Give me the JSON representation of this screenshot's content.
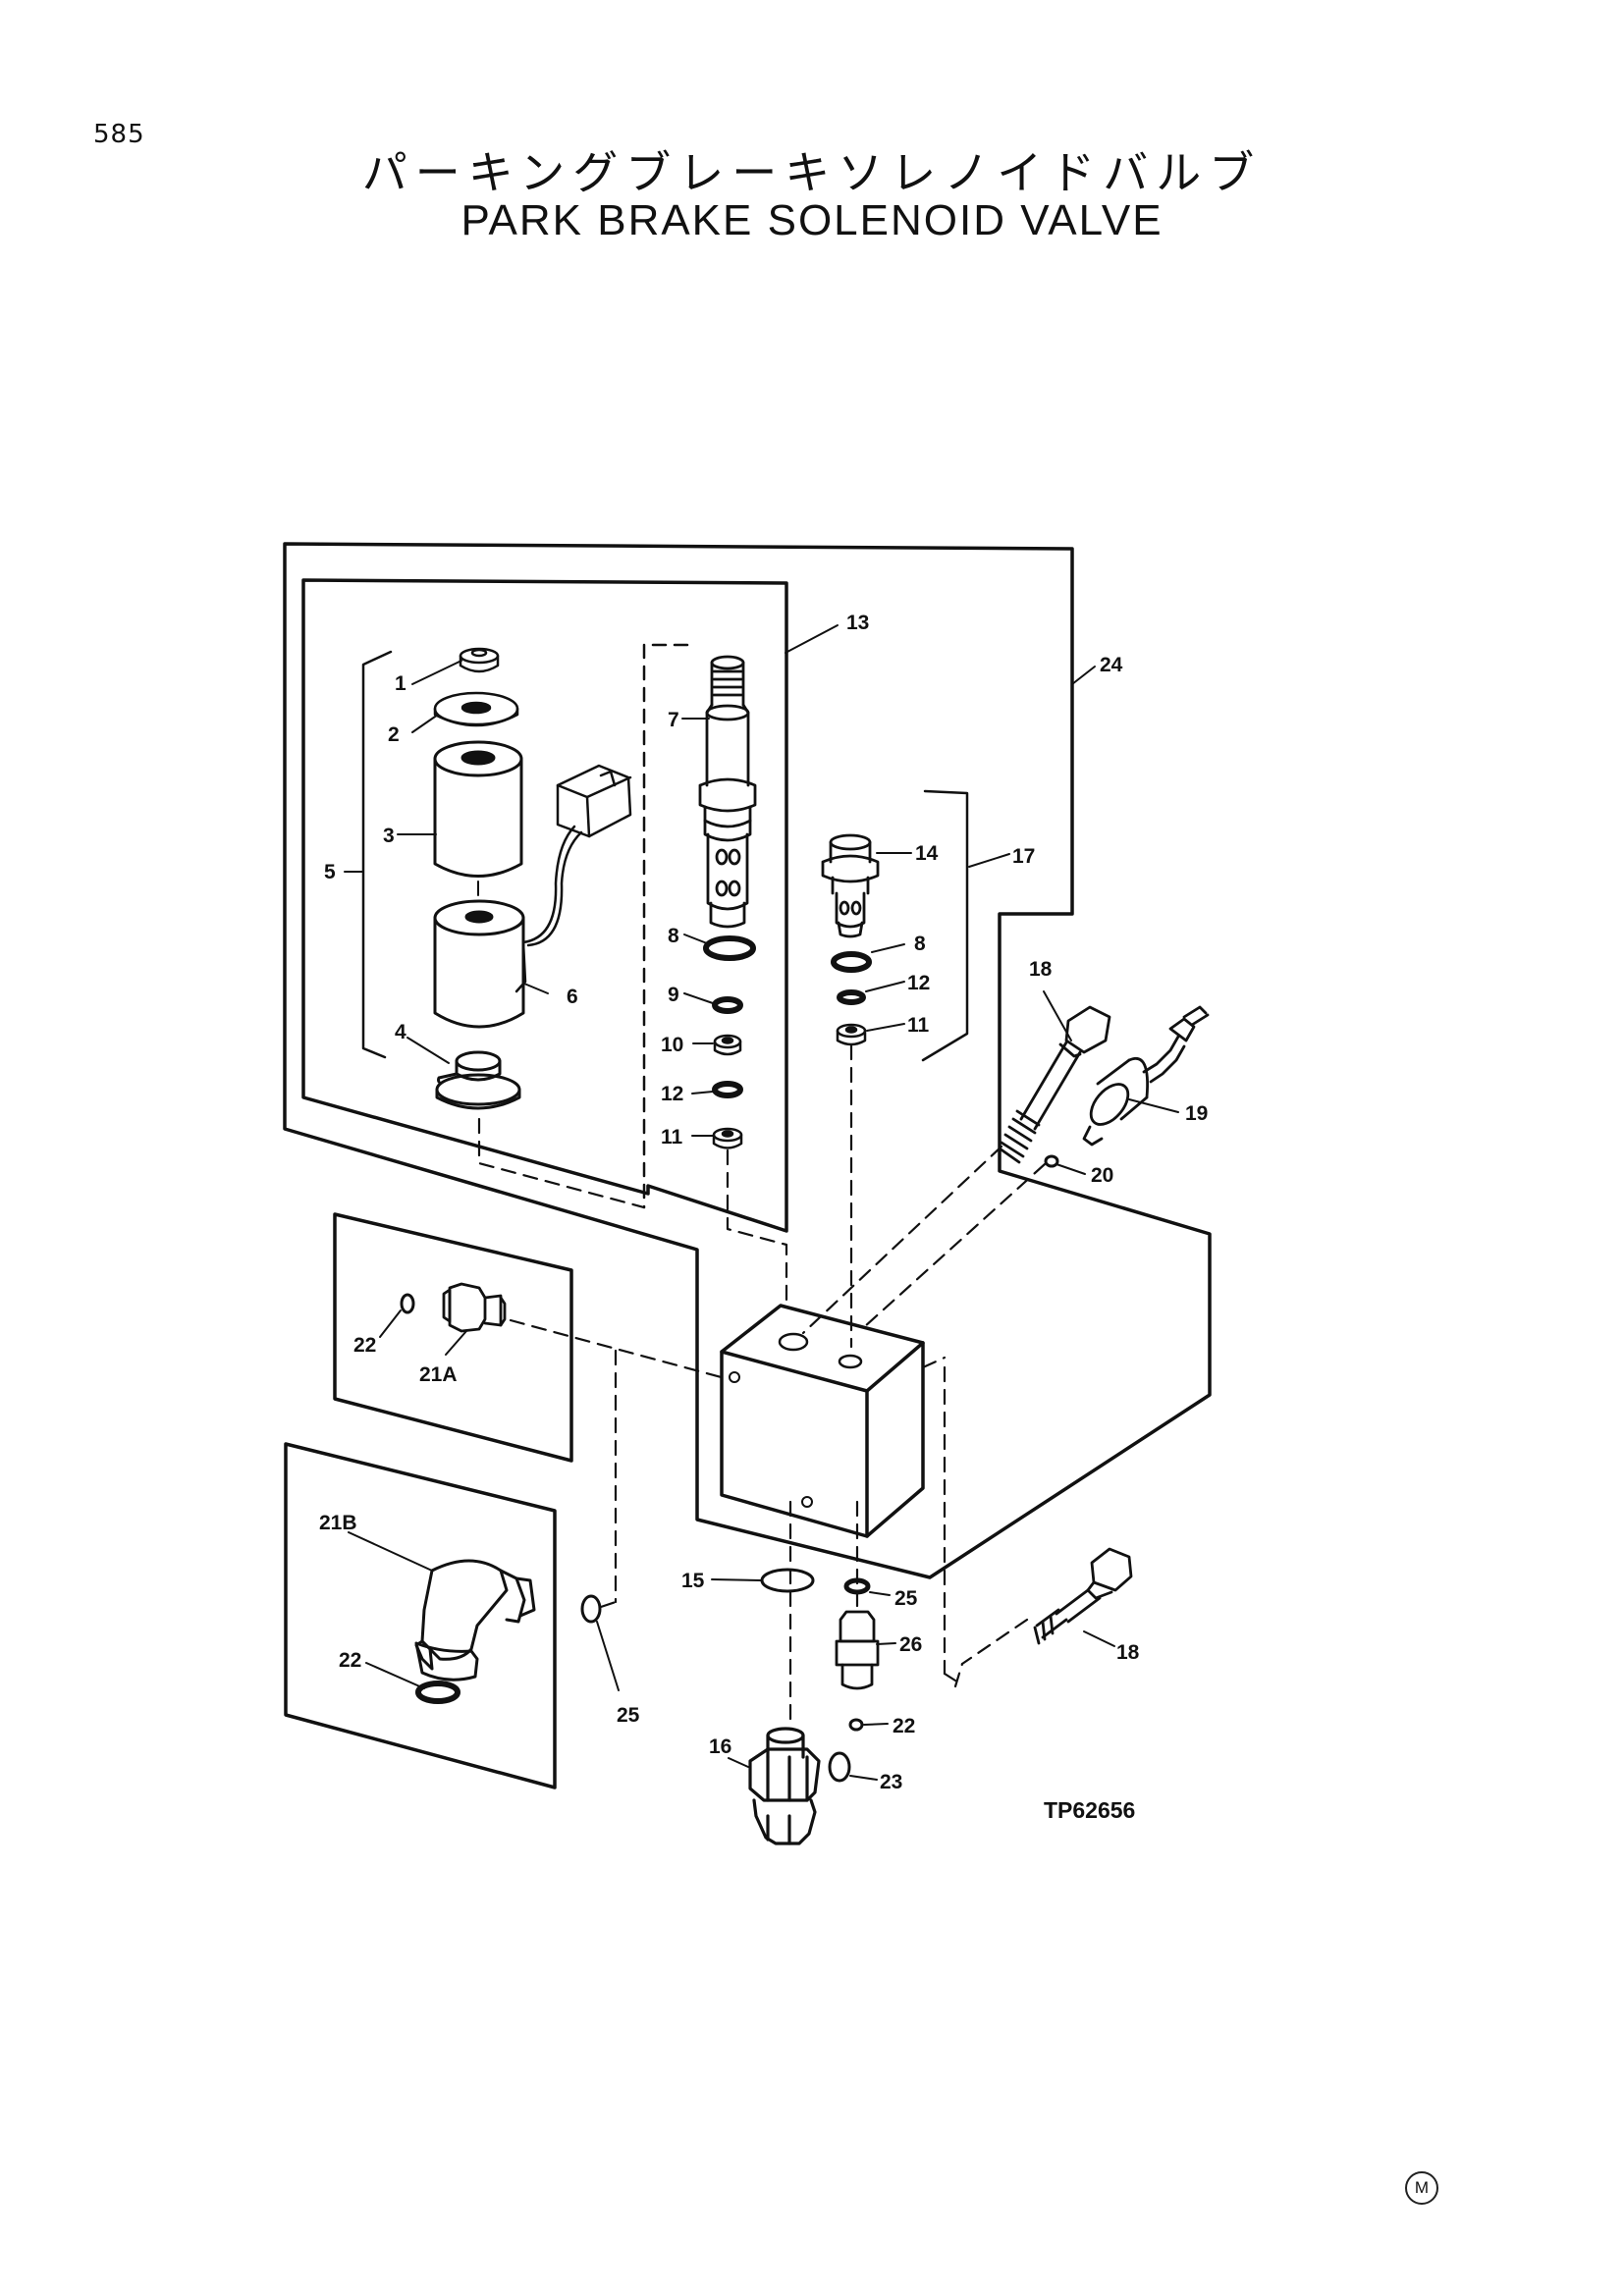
{
  "page": {
    "number": "585",
    "title_jp": "パーキングブレーキソレノイドバルブ",
    "title_en": "PARK BRAKE SOLENOID VALVE"
  },
  "figure": {
    "ref": "TP62656",
    "mark": "M"
  },
  "callouts": [
    "1",
    "2",
    "3",
    "4",
    "5",
    "6",
    "7",
    "8",
    "9",
    "10",
    "12",
    "11",
    "13",
    "14",
    "8",
    "12",
    "11",
    "17",
    "24",
    "18",
    "19",
    "20",
    "22",
    "21A",
    "21B",
    "22",
    "25",
    "15",
    "25",
    "26",
    "22",
    "16",
    "23",
    "18"
  ]
}
